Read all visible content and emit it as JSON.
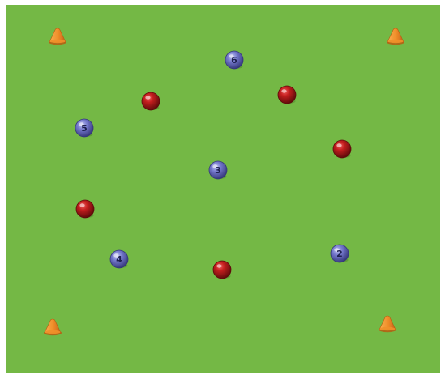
{
  "colors": {
    "background": "#ffffff",
    "pitch": "#74b845",
    "cone": "#f0902a",
    "cone_outline": "#b85c10",
    "red_ball": "#b01818",
    "red_ball_dark": "#5c0a0a",
    "blue_ball": "#6e72c8",
    "blue_ball_dark": "#34367a",
    "number_text": "#1e2050"
  },
  "cones": [
    {
      "name": "cone-top-left",
      "icon": "cone-icon"
    },
    {
      "name": "cone-top-right",
      "icon": "cone-icon"
    },
    {
      "name": "cone-bottom-left",
      "icon": "cone-icon"
    },
    {
      "name": "cone-bottom-right",
      "icon": "cone-icon"
    }
  ],
  "red_players": [
    {
      "name": "red-player-1",
      "icon": "red-ball-icon"
    },
    {
      "name": "red-player-2",
      "icon": "red-ball-icon"
    },
    {
      "name": "red-player-3",
      "icon": "red-ball-icon"
    },
    {
      "name": "red-player-4",
      "icon": "red-ball-icon"
    },
    {
      "name": "red-player-5",
      "icon": "red-ball-icon"
    }
  ],
  "blue_players": [
    {
      "name": "blue-player-6",
      "icon": "blue-ball-icon",
      "number": "6"
    },
    {
      "name": "blue-player-5",
      "icon": "blue-ball-icon",
      "number": "5"
    },
    {
      "name": "blue-player-3",
      "icon": "blue-ball-icon",
      "number": "3"
    },
    {
      "name": "blue-player-4",
      "icon": "blue-ball-icon",
      "number": "4"
    },
    {
      "name": "blue-player-2",
      "icon": "blue-ball-icon",
      "number": "2"
    }
  ]
}
